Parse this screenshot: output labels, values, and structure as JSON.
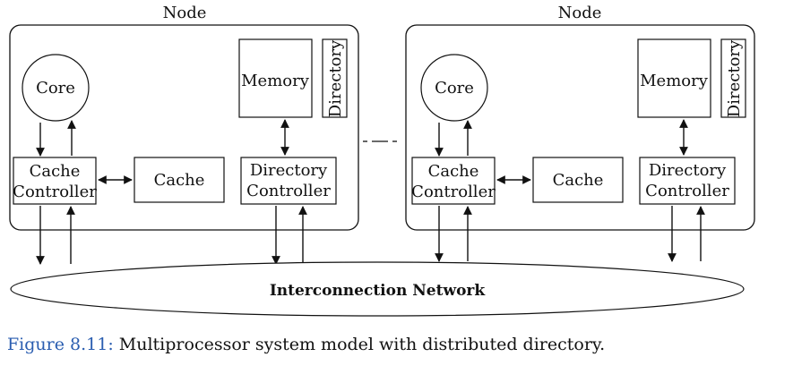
{
  "nodes": [
    {
      "title": "Node",
      "core": "Core",
      "cache_controller": [
        "Cache",
        "Controller"
      ],
      "cache": "Cache",
      "memory": "Memory",
      "directory": "Directory",
      "directory_controller": [
        "Directory",
        "Controller"
      ]
    },
    {
      "title": "Node",
      "core": "Core",
      "cache_controller": [
        "Cache",
        "Controller"
      ],
      "cache": "Cache",
      "memory": "Memory",
      "directory": "Directory",
      "directory_controller": [
        "Directory",
        "Controller"
      ]
    }
  ],
  "network": {
    "label": "Interconnection Network"
  },
  "caption": {
    "figure": "Figure 8.11:",
    "text": " Multiprocessor system model with distributed directory."
  }
}
